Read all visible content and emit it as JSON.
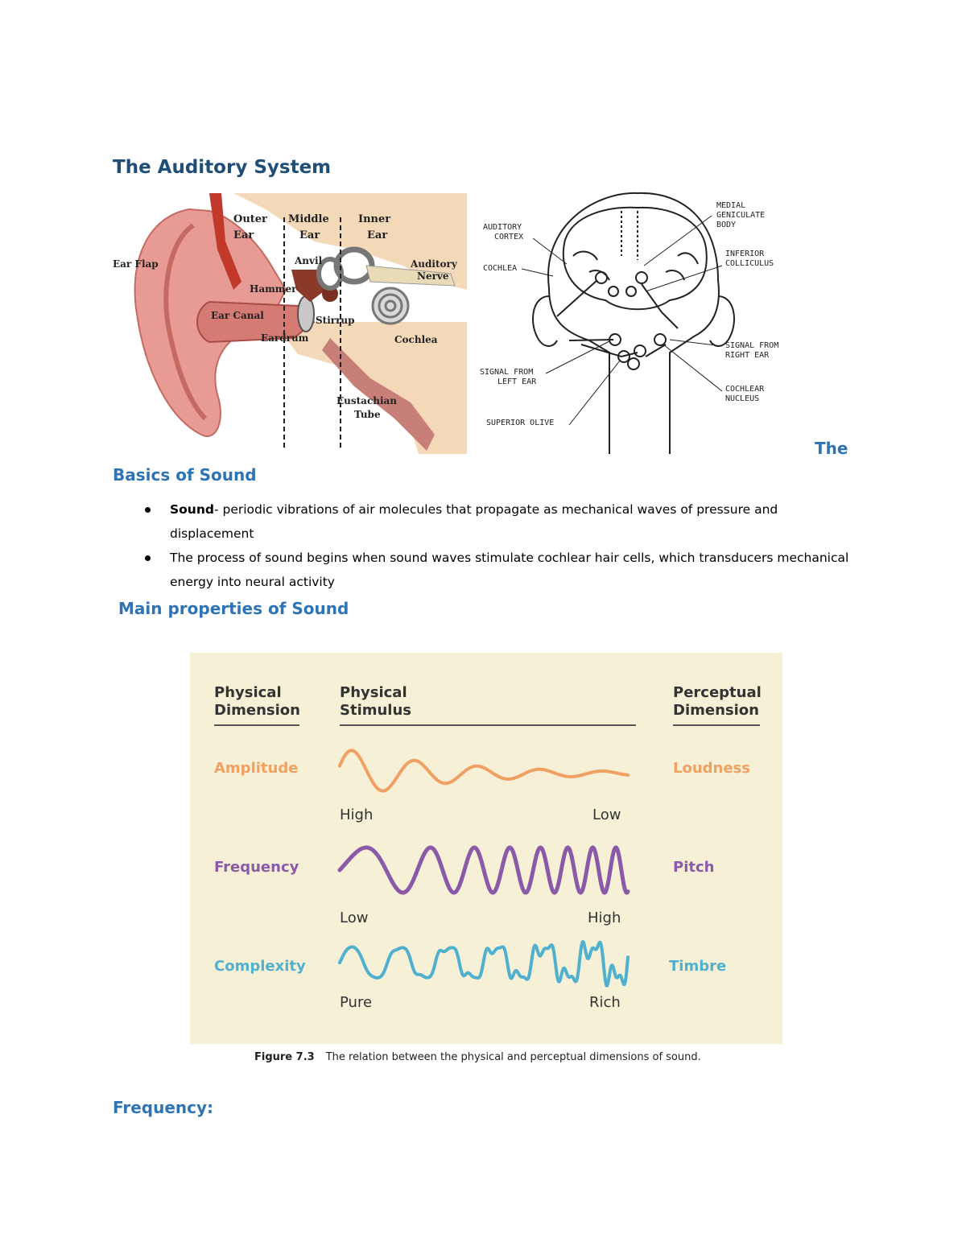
{
  "title": "The Auditory System",
  "ear_diagram": {
    "labels": {
      "outer_ear": "Outer\nEar",
      "middle_ear": "Middle\nEar",
      "inner_ear": "Inner\nEar",
      "ear_flap": "Ear Flap",
      "anvil": "Anvil",
      "auditory_nerve": "Auditory\nNerve",
      "hammer": "Hammer",
      "ear_canal": "Ear Canal",
      "stirrup": "Stirrup",
      "eardrum": "Eardrum",
      "cochlea": "Cochlea",
      "eustachian_tube": "Eustachian\nTube"
    }
  },
  "brain_diagram": {
    "labels": {
      "auditory_cortex": "AUDITORY\nCORTEX",
      "cochlea": "COCHLEA",
      "medial_geniculate_body": "MEDIAL\nGENICULATE\nBODY",
      "inferior_colliculus": "INFERIOR\nCOLLICULUS",
      "signal_from_right_ear": "SIGNAL FROM\nRIGHT EAR",
      "signal_from_left_ear": "SIGNAL FROM\nLEFT EAR",
      "cochlear_nucleus": "COCHLEAR\nNUCLEUS",
      "superior_olive": "SUPERIOR OLIVE"
    }
  },
  "basics_heading_part1": "The",
  "basics_heading_part2": "Basics of Sound",
  "bullets": [
    {
      "term": "Sound",
      "text": "- periodic vibrations of air molecules that propagate as mechanical waves of pressure and displacement"
    },
    {
      "term": "",
      "text": "The process of sound begins when sound waves stimulate cochlear hair cells, which transducers mechanical energy into neural activity"
    }
  ],
  "main_properties_heading": "Main properties of Sound",
  "figure": {
    "col_physical_dimension": "Physical\nDimension",
    "col_physical_stimulus": "Physical\nStimulus",
    "col_perceptual_dimension": "Perceptual\nDimension",
    "rows": [
      {
        "physical": "Amplitude",
        "perceptual": "Loudness",
        "left_end": "High",
        "right_end": "Low",
        "color": "#f0a062"
      },
      {
        "physical": "Frequency",
        "perceptual": "Pitch",
        "left_end": "Low",
        "right_end": "High",
        "color": "#8a5aa8"
      },
      {
        "physical": "Complexity",
        "perceptual": "Timbre",
        "left_end": "Pure",
        "right_end": "Rich",
        "color": "#4fb0cf"
      }
    ],
    "caption_label": "Figure 7.3",
    "caption_text": "The relation between the physical and perceptual dimensions of sound."
  },
  "frequency_heading": "Frequency:"
}
